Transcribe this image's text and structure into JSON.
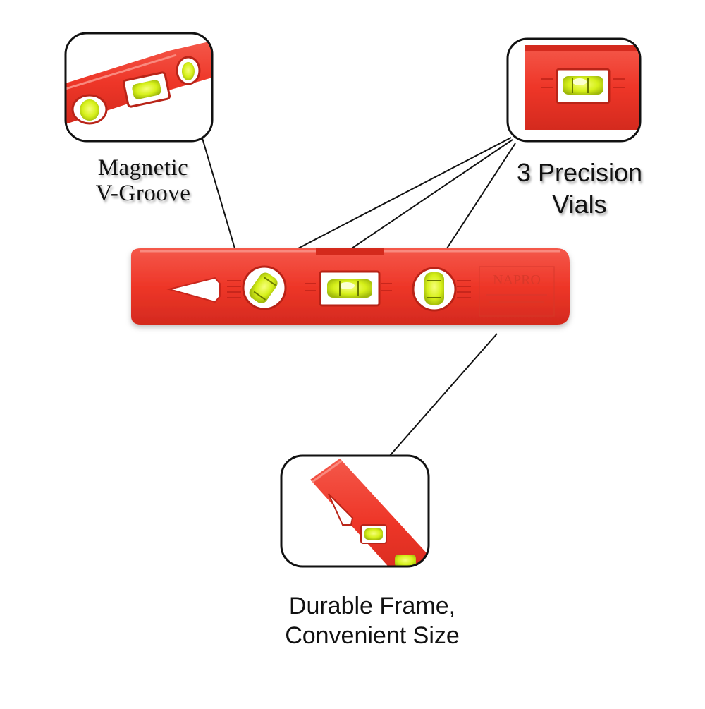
{
  "colors": {
    "level_red": "#ee3628",
    "level_dark_red": "#d42a1e",
    "level_light_red": "#f4584a",
    "vial_yellow": "#d6f01a",
    "vial_green": "#b9d20f",
    "frame_outline": "#111111",
    "leader_line": "#111111",
    "background": "#ffffff"
  },
  "product": {
    "brand_mark": "NAPRO",
    "vial_count": 3
  },
  "callouts": {
    "magnetic": {
      "line1": "Magnetic",
      "line2": "V-Groove",
      "icon": "level-corner-closeup"
    },
    "vials": {
      "line1": "3 Precision",
      "line2": "Vials",
      "icon": "level-vial-closeup"
    },
    "frame": {
      "line1": "Durable Frame,",
      "line2": "Convenient Size",
      "icon": "level-end-closeup"
    }
  }
}
